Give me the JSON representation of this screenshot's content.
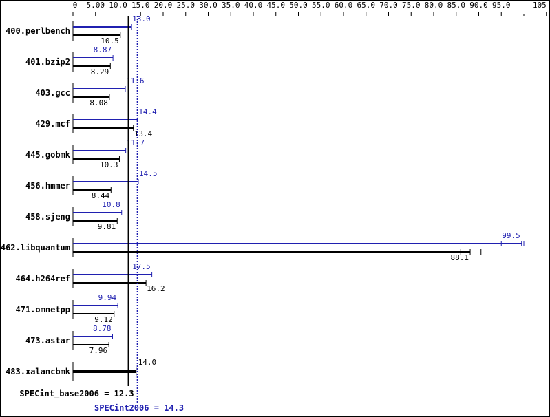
{
  "chart_data": {
    "type": "bar",
    "orientation": "horizontal",
    "xlim": [
      0,
      105
    ],
    "tick_labels": [
      "0",
      "5.00",
      "10.0",
      "15.0",
      "20.0",
      "25.0",
      "30.0",
      "35.0",
      "40.0",
      "45.0",
      "50.0",
      "55.0",
      "60.0",
      "65.0",
      "70.0",
      "75.0",
      "80.0",
      "85.0",
      "90.0",
      "95.0",
      "105"
    ],
    "tick_values": [
      0,
      5,
      10,
      15,
      20,
      25,
      30,
      35,
      40,
      45,
      50,
      55,
      60,
      65,
      70,
      75,
      80,
      85,
      90,
      95,
      105
    ],
    "minor_ticks": [
      100
    ],
    "categories": [
      "400.perlbench",
      "401.bzip2",
      "403.gcc",
      "429.mcf",
      "445.gobmk",
      "456.hmmer",
      "458.sjeng",
      "462.libquantum",
      "464.h264ref",
      "471.omnetpp",
      "473.astar",
      "483.xalancbmk"
    ],
    "series": [
      {
        "name": "peak",
        "color": "#2020b0",
        "values": [
          13.0,
          8.87,
          11.6,
          14.4,
          11.7,
          14.5,
          10.8,
          99.5,
          17.5,
          9.94,
          8.78,
          14.0
        ],
        "labels": [
          "13.0",
          "8.87",
          "11.6",
          "14.4",
          "11.7",
          "14.5",
          "10.8",
          "99.5",
          "17.5",
          "9.94",
          "8.78",
          ""
        ]
      },
      {
        "name": "base",
        "color": "#000000",
        "values": [
          10.5,
          8.29,
          8.08,
          13.4,
          10.3,
          8.44,
          9.81,
          88.1,
          16.2,
          9.12,
          7.96,
          14.0
        ],
        "labels": [
          "10.5",
          "8.29",
          "8.08",
          "13.4",
          "10.3",
          "8.44",
          "9.81",
          "88.1",
          "16.2",
          "9.12",
          "7.96",
          "14.0"
        ]
      }
    ],
    "extra_run_ticks": {
      "462.libquantum": {
        "peak": [
          95.0,
          100.0
        ],
        "base": [
          86.0,
          90.5
        ]
      }
    },
    "reference_lines": [
      {
        "label": "SPECint_base2006 = 12.3",
        "value": 12.3,
        "color": "#000000",
        "style": "solid"
      },
      {
        "label": "SPECint2006 = 14.3",
        "value": 14.3,
        "color": "#2020b0",
        "style": "dotted"
      }
    ]
  }
}
